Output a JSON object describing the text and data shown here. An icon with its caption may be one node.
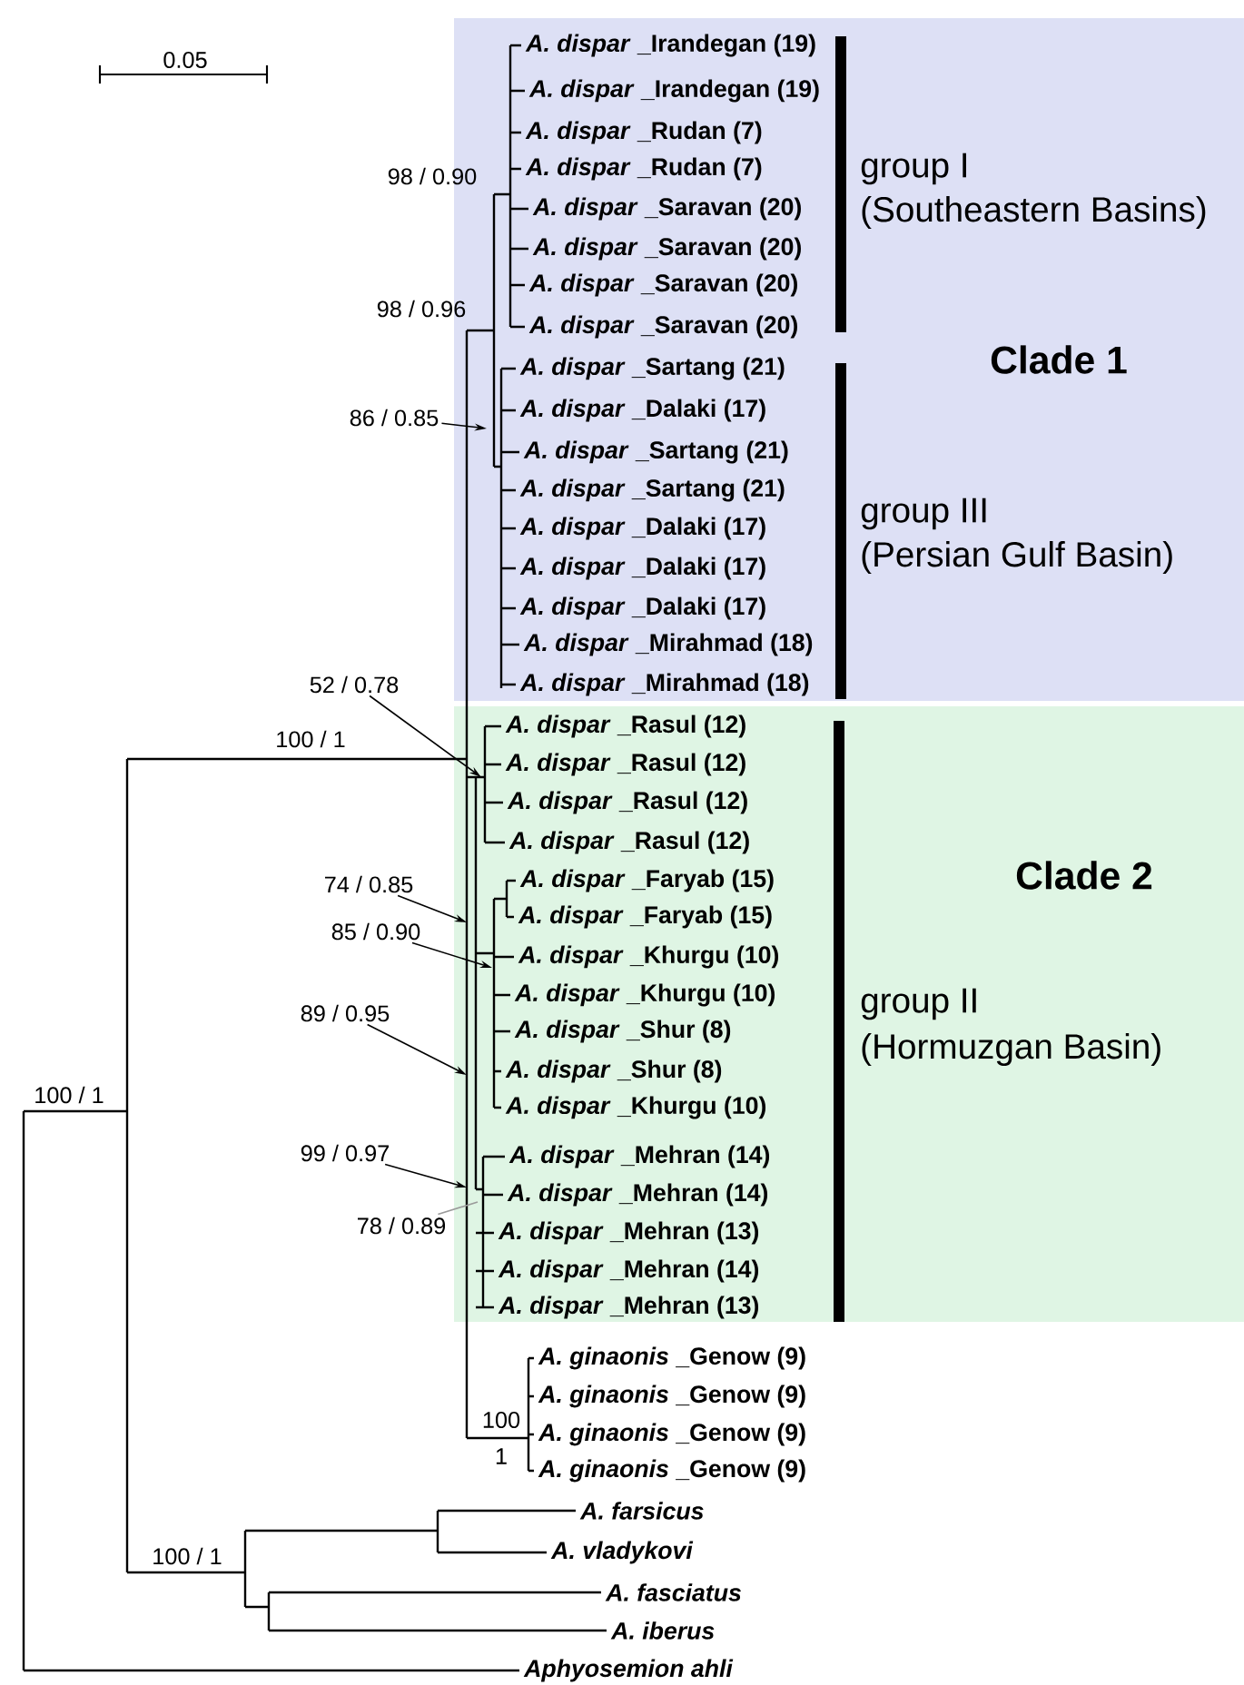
{
  "diagram": {
    "nodes": [
      {
        "text": [
          "Clade 1"
        ]
      },
      {
        "text": [
          "Clade 2"
        ]
      },
      {
        "text": [
          "86 / 0.85"
        ]
      },
      {
        "text": [
          "52 / 0.78"
        ]
      },
      {
        "text": [
          "74 / 0.85"
        ]
      },
      {
        "text": [
          "85 / 0.90"
        ]
      },
      {
        "text": [
          "89 / 0.95"
        ]
      },
      {
        "text": [
          "99 / 0.97"
        ]
      },
      {
        "text": [
          "78 / 0.89"
        ]
      }
    ],
    "edges": [
      {
        "from": 2,
        "to": 0,
        "arrow": "to"
      },
      {
        "from": 3,
        "to": 1,
        "arrow": "to"
      },
      {
        "from": 4,
        "to": 1,
        "arrow": "to"
      },
      {
        "from": 5,
        "to": 1,
        "arrow": "to"
      },
      {
        "from": 6,
        "to": 1,
        "arrow": "to"
      },
      {
        "from": 7,
        "to": 1,
        "arrow": "to"
      },
      {
        "from": 8,
        "to": 1,
        "arrow": "none",
        "color": "#9a9a9a"
      }
    ],
    "labels": [
      "0.05",
      "98 / 0.90",
      "98 / 0.96",
      "*A. dispar* _Irandegan (19)",
      "*A. dispar* _Irandegan (19)",
      "*A. dispar* _Rudan (7)",
      "*A. dispar* _Rudan (7)",
      "*A. dispar* _Saravan (20)",
      "*A. dispar* _Saravan (20)",
      "*A. dispar* _Saravan (20)",
      "*A. dispar* _Saravan (20)",
      "*A. dispar* _Sartang (21)",
      "*A. dispar* _Dalaki (17)",
      "*A. dispar* _Sartang (21)",
      "*A. dispar* _Sartang (21)",
      "*A. dispar* _Dalaki (17)",
      "*A. dispar* _Dalaki (17)",
      "*A. dispar* _Dalaki (17)",
      "*A. dispar* _Mirahmad (18)",
      "*A. dispar* _Mirahmad (18)",
      "group I",
      "(Southeastern Basins)",
      "group III",
      "(Persian Gulf Basin)",
      "100 / 1",
      "*A. dispar* _Rasul (12)",
      "*A. dispar* _Rasul (12)",
      "*A. dispar* _Rasul (12)",
      "*A. dispar* _Rasul (12)",
      "*A. dispar* _Faryab (15)",
      "*A. dispar* _Faryab (15)",
      "*A. dispar* _Khurgu (10)",
      "*A. dispar* _Khurgu (10)",
      "*A. dispar* _Shur (8)",
      "*A. dispar* _Shur (8)",
      "*A. dispar* _Khurgu (10)",
      "*A. dispar* _Mehran (14)",
      "*A. dispar* _Mehran (14)",
      "*A. dispar* _Mehran (13)",
      "*A. dispar* _Mehran (14)",
      "*A. dispar* _Mehran (13)",
      "group II",
      "(Hormuzgan Basin)",
      "100 / 1",
      "*A. ginaonis* _Genow (9)",
      "*A. ginaonis* _Genow (9)",
      "*A. ginaonis* _Genow (9)",
      "*A. ginaonis* _Genow (9)",
      "100",
      "1",
      "A. farsicus",
      "A. vladykovi",
      "100 / 1",
      "A. fasciatus",
      "A. iberus",
      "Aphyosemion ahli"
    ]
  }
}
